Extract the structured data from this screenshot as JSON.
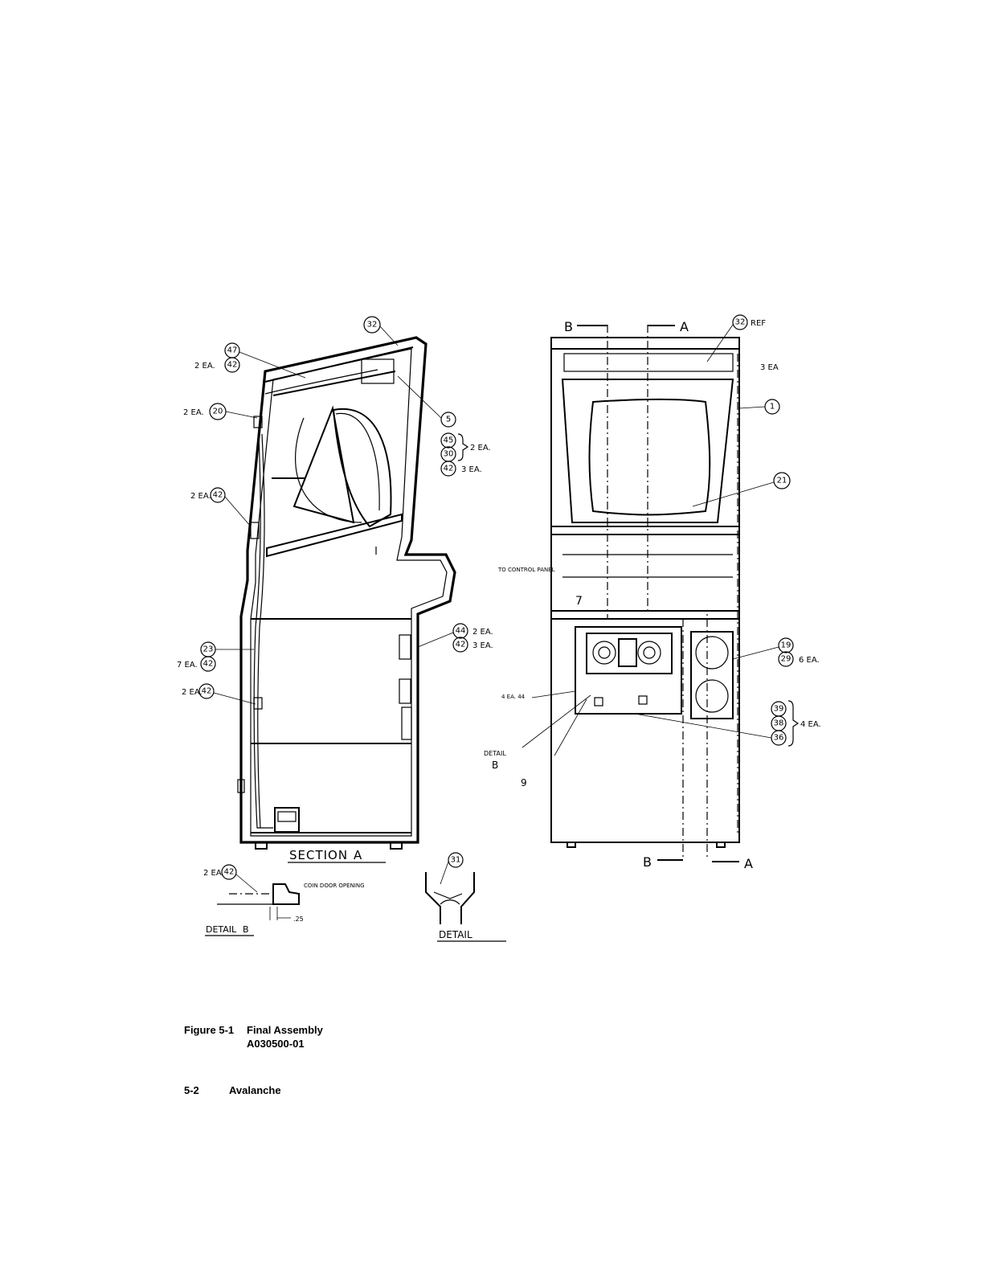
{
  "figure": {
    "number": "Figure 5-1",
    "title": "Final Assembly",
    "part_number": "A030500-01"
  },
  "footer": {
    "page": "5-2",
    "game": "Avalanche"
  },
  "section_views": {
    "section_label": "SECTION",
    "detail_b_label": "DETAIL",
    "detail_c_label": "DETAIL",
    "section_a": "A",
    "section_b": "B"
  },
  "callouts": {
    "c32": "32",
    "c47": "47",
    "c42": "42",
    "c20": "20",
    "c5": "5",
    "c45": "45",
    "c30": "30",
    "c21": "21",
    "c1": "1",
    "c19": "19",
    "c29": "29",
    "c39": "39",
    "c38": "38",
    "c36": "36",
    "c31": "31",
    "c9": "9",
    "c44": "44",
    "c23": "23",
    "c7": "7"
  },
  "notes": {
    "two_ea": "2 EA.",
    "three_ea": "3 EA.",
    "seven_ea": "7 EA.",
    "six_ea": "6 EA.",
    "four_ea": "4 EA.",
    "ref": "REF",
    "three_ea_b": "3 EA",
    "to_control_panel": "TO CONTROL PANEL",
    "coin_door_opening": "COIN DOOR OPENING",
    "dim_25": ".25",
    "four_ea_44": "4 EA. 44"
  }
}
